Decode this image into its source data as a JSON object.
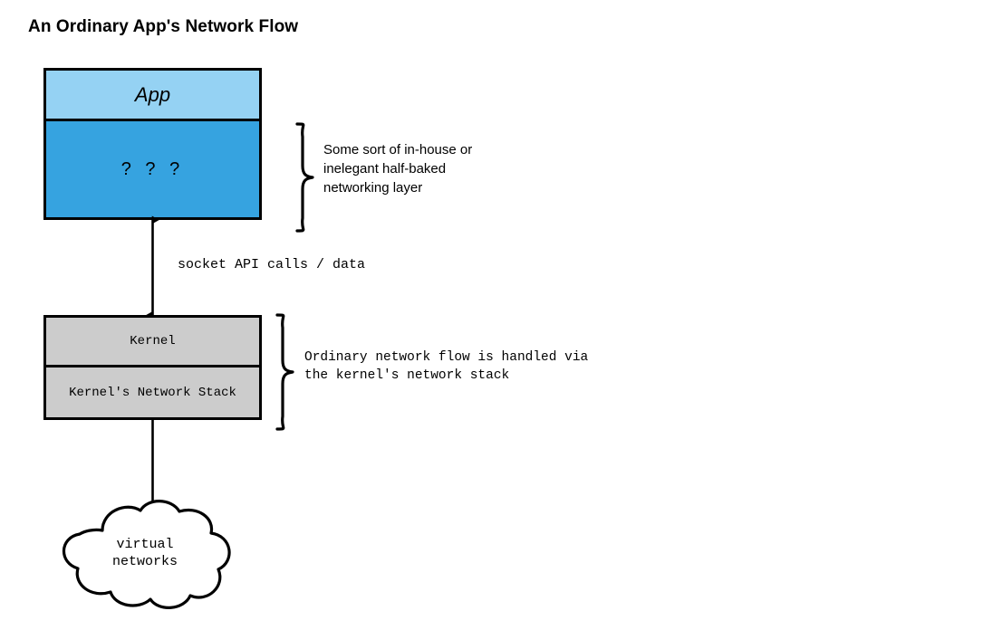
{
  "title": "An Ordinary App's Network Flow",
  "diagram": {
    "app_stack": {
      "app_label": "App",
      "unknown_label": "? ? ?",
      "app_fill": "#95d2f3",
      "unknown_fill": "#36a3e0"
    },
    "app_annotation": {
      "lines": [
        "Some sort of in-house or",
        "inelegant half-baked",
        "networking layer"
      ]
    },
    "socket_arrow_label": "socket API calls / data",
    "kernel_stack": {
      "kernel_label": "Kernel",
      "netstack_label": "Kernel's Network Stack",
      "fill": "#cccccc"
    },
    "kernel_annotation": {
      "lines": [
        "Ordinary network flow is handled via",
        "the kernel's network stack"
      ]
    },
    "cloud": {
      "lines": [
        "virtual",
        "networks"
      ]
    },
    "stroke_color": "#000000",
    "background": "#ffffff"
  }
}
